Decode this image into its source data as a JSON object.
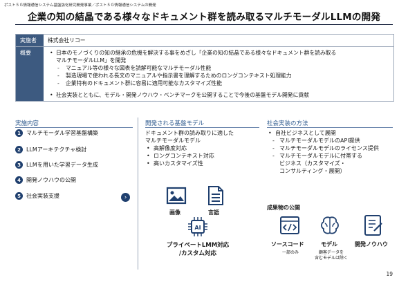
{
  "header": {
    "breadcrumb": "ポスト５Ｇ情報通信システム基盤強化研究開発事業／ポスト５Ｇ情報通信システムの開発",
    "title": "企業の知の結晶である様々なドキュメント群を読み取るマルチモーダルLLMの開発"
  },
  "info": {
    "implementer_label": "実施者",
    "implementer_value": "株式会社リコー",
    "overview_label": "概要",
    "overview_line1": "日本のモノづくりの知の継承の危機を解決する事をめざし「企業の知の結晶である様々なドキュメント群を読み取る",
    "overview_line1b": "マルチモーダルLLM」を開発",
    "sub1": "マニュアル等の様々な図表を読解可能なマルチモーダル性能",
    "sub2": "製造現場で使われる長文のマニュアルや指示書を理解するためのロングコンテキスト処理能力",
    "sub3": "企業特有のドキュメント群に容易に適用可能なカスタマイズ性能",
    "overview_line2": "社会実装とともに、モデル・開発ノウハウ・ベンチマークを公開することで今後の基盤モデル開発に貢献"
  },
  "columns": {
    "left_head": "実施内容",
    "mid_head": "開発される基盤モデル",
    "right_head": "社会実装の方法"
  },
  "steps": [
    {
      "num": "1",
      "label": "マルチモーダル学習基盤構築"
    },
    {
      "num": "2",
      "label": "LLMアーキテクチャ検討"
    },
    {
      "num": "3",
      "label": "LLMを用いた学習データ生成"
    },
    {
      "num": "4",
      "label": "開発ノウハウの公開"
    },
    {
      "num": "5",
      "label": "社会実装支援"
    }
  ],
  "model": {
    "intro1": "ドキュメント群の読み取りに適した",
    "intro2": "マルチモーダルモデル",
    "features": [
      "高解像度対応",
      "ロングコンテキスト対応",
      "高いカスタマイズ性"
    ],
    "icon_image_label": "画像",
    "icon_text_label": "言語",
    "private_label1": "プライベートLMM対応",
    "private_label2": "/カスタム対応"
  },
  "social": {
    "main": "自社ビジネスとして展開",
    "items": [
      "マルチモーダルモデルのAPI提供",
      "マルチモーダルモデルのライセンス提供",
      "マルチモーダルモデルに付帯する"
    ],
    "cont1": "ビジネス（カスタマイズ・",
    "cont2": "コンサルティング・展開）"
  },
  "results": {
    "head": "成果物の公開",
    "source_label": "ソースコード",
    "source_note": "一部のみ",
    "model_label": "モデル",
    "model_note1": "顧客データを",
    "model_note2": "含むモデルは除く",
    "knowhow_label": "開発ノウハウ"
  },
  "page_number": "19",
  "colors": {
    "navy": "#1f3f6e",
    "label_bg": "#3d5a80",
    "accent": "#2f5b8f"
  }
}
